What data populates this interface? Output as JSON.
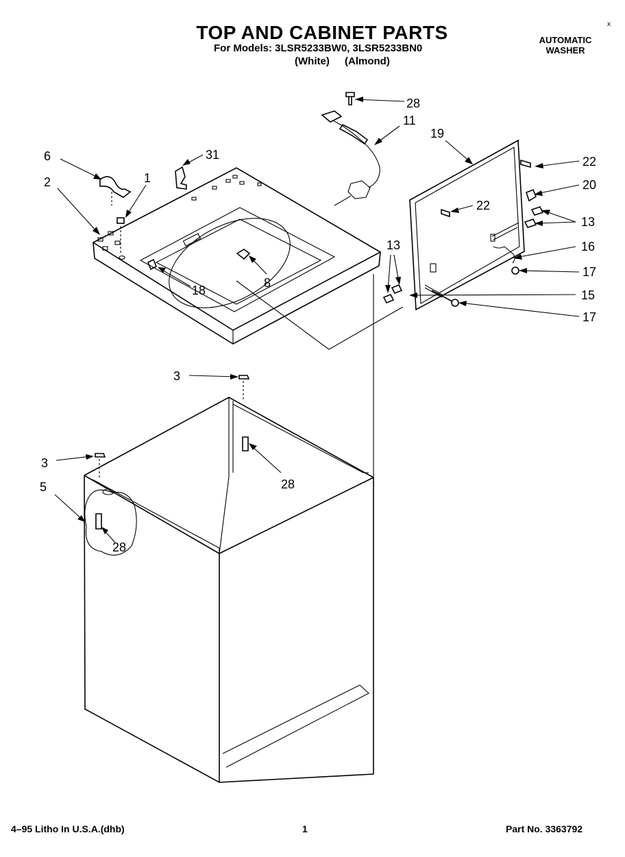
{
  "header": {
    "title": "TOP AND CABINET PARTS",
    "models_line": "For Models: 3LSR5233BW0, 3LSR5233BN0",
    "variant_white": "(White)",
    "variant_almond": "(Almond)",
    "corner_mark": "x",
    "product_line1": "AUTOMATIC",
    "product_line2": "WASHER"
  },
  "callouts": {
    "c28a": "28",
    "c11": "11",
    "c19": "19",
    "c22a": "22",
    "c20": "20",
    "c6": "6",
    "c31": "31",
    "c2": "2",
    "c1": "1",
    "c22b": "22",
    "c13a": "13",
    "c13b": "13",
    "c16": "16",
    "c17a": "17",
    "c15": "15",
    "c17b": "17",
    "c8": "8",
    "c18": "18",
    "c3a": "3",
    "c28b": "28",
    "c3b": "3",
    "c5": "5",
    "c28c": "28"
  },
  "footer": {
    "litho": "4–95 Litho In U.S.A.(dhb)",
    "page_number": "1",
    "part_number": "Part No. 3363792"
  }
}
